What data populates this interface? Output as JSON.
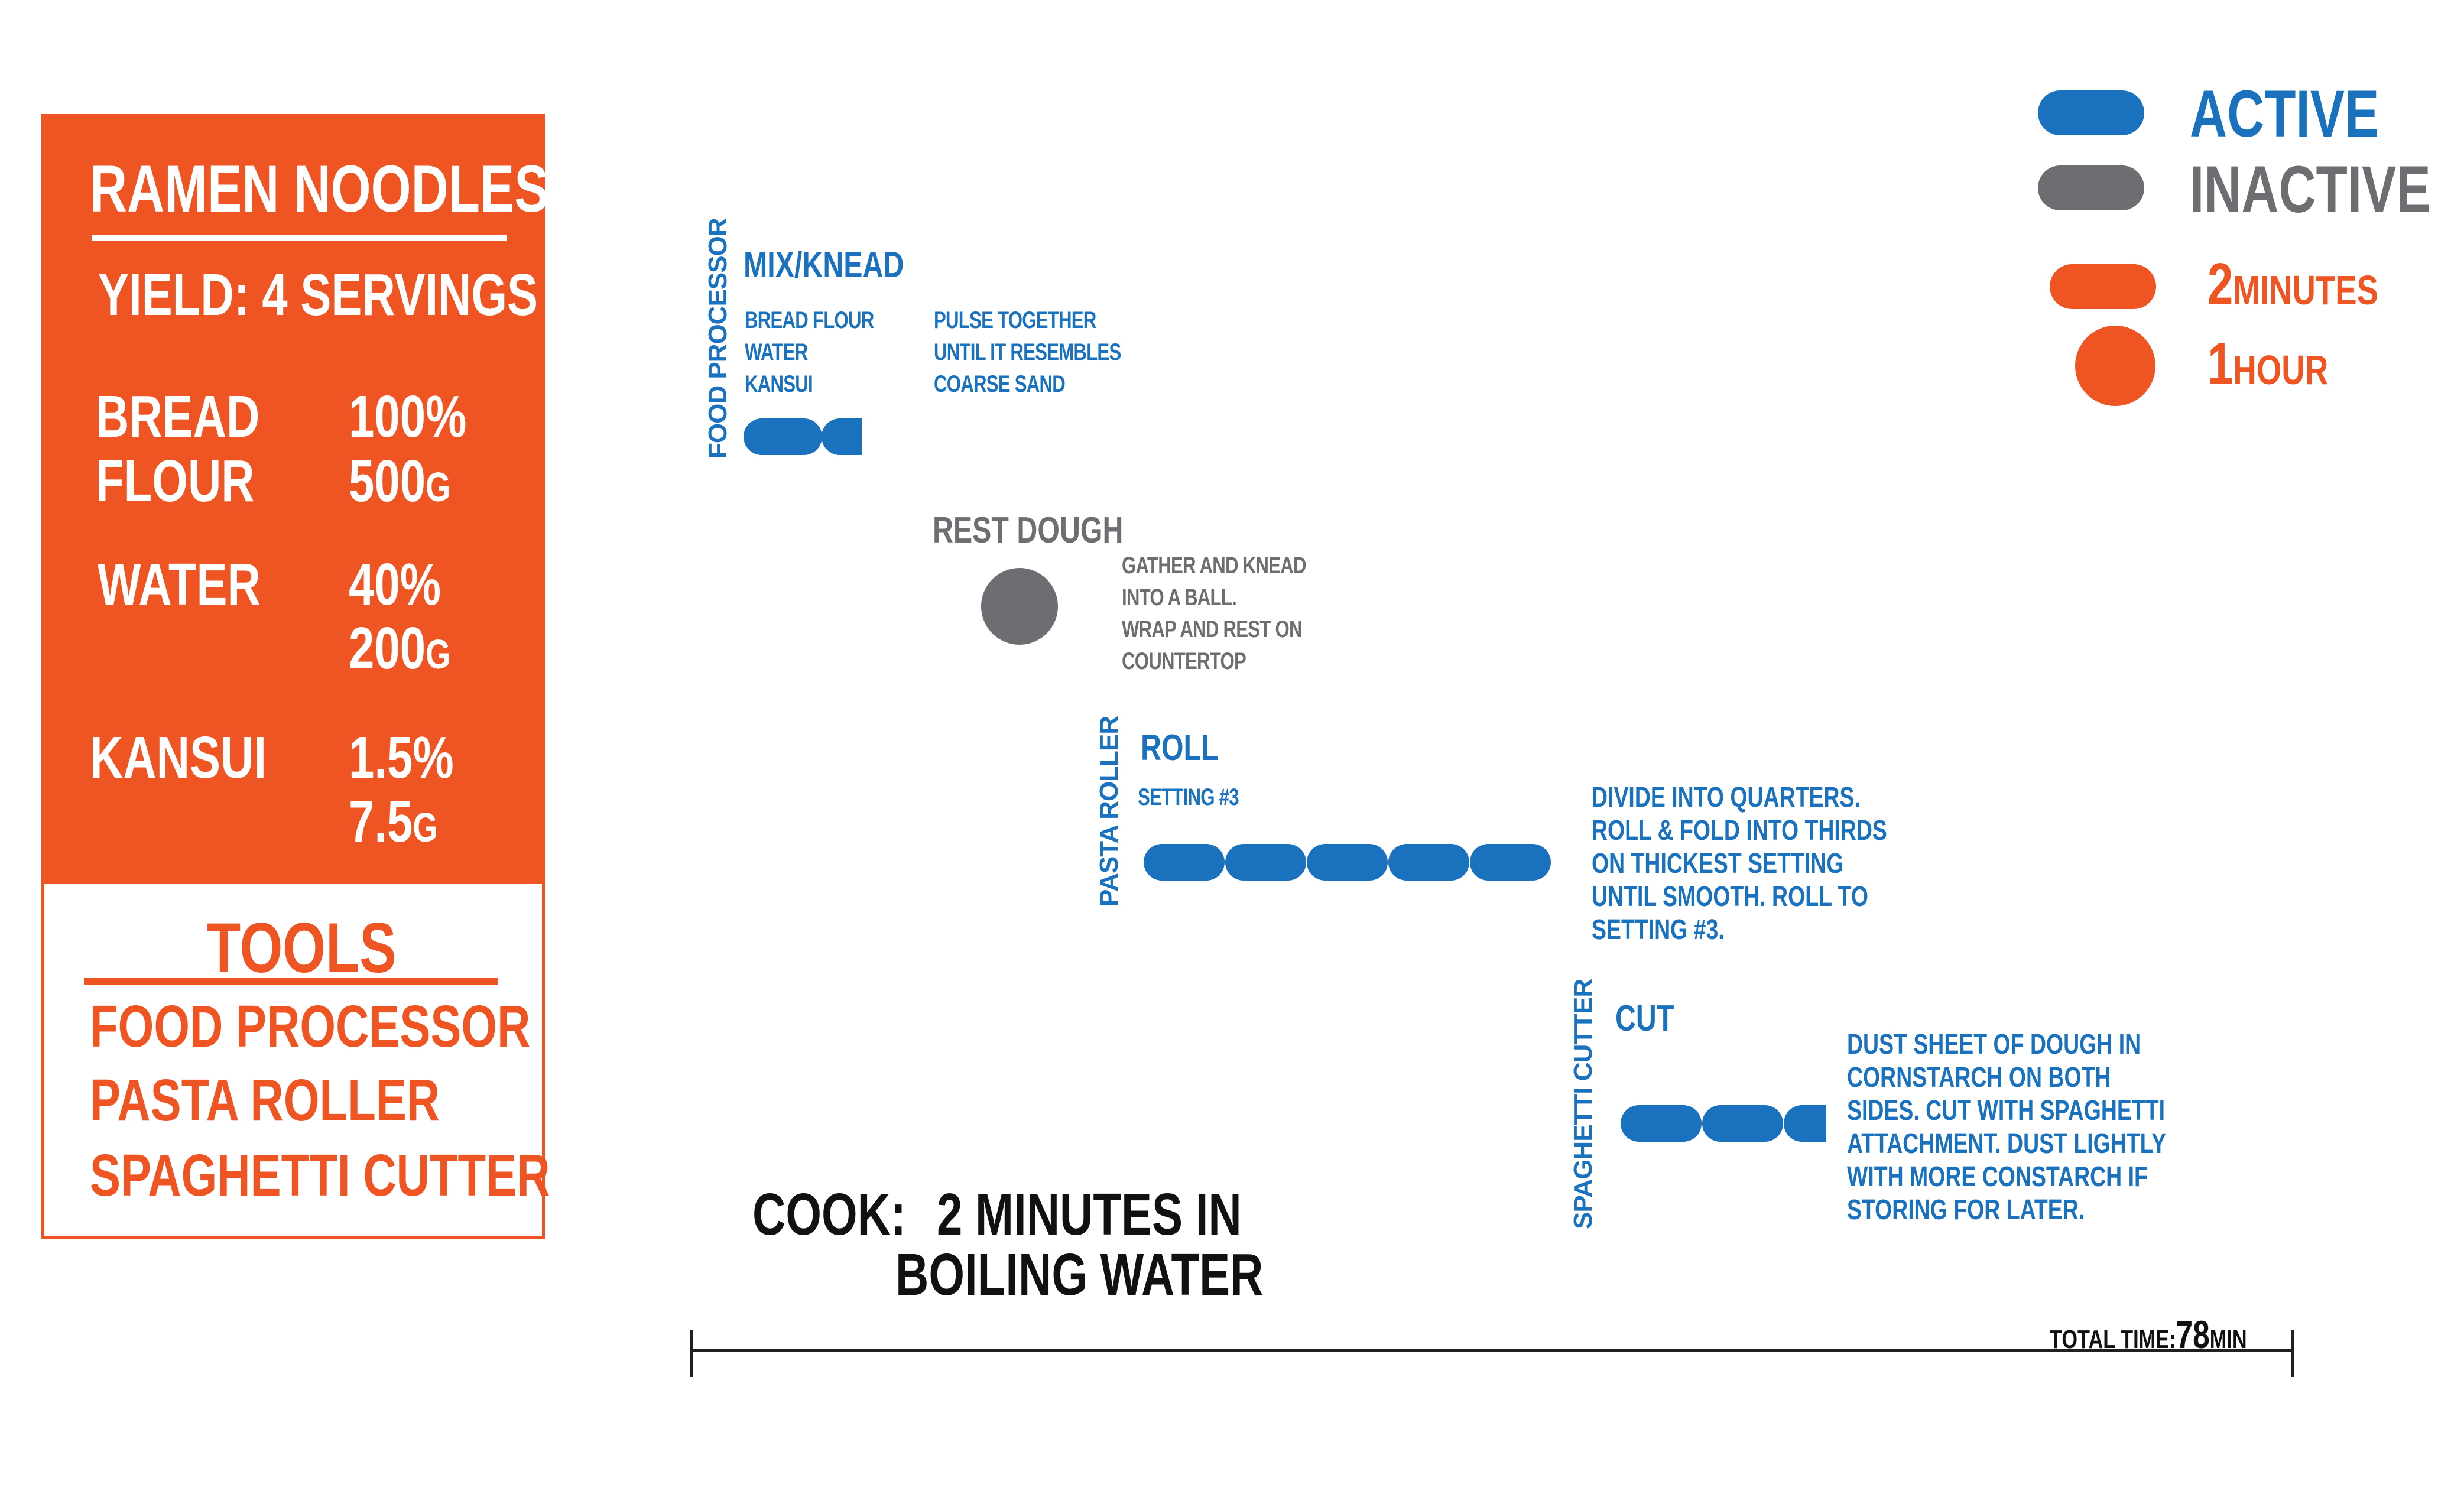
{
  "recipe": {
    "title": "RAMEN NOODLES",
    "yield": "YIELD: 4 SERVINGS",
    "ingredients": [
      {
        "name_line1": "BREAD",
        "name_line2": "FLOUR",
        "percent": "100%",
        "amount": "500",
        "unit": "G"
      },
      {
        "name_line1": "WATER",
        "name_line2": "",
        "percent": "40%",
        "amount": "200",
        "unit": "G"
      },
      {
        "name_line1": "KANSUI",
        "name_line2": "",
        "percent": "1.5%",
        "amount": "7.5",
        "unit": "G"
      }
    ]
  },
  "tools": {
    "title": "TOOLS",
    "items": [
      "FOOD PROCESSOR",
      "PASTA ROLLER",
      "SPAGHETTI CUTTER"
    ]
  },
  "legend": {
    "active": "ACTIVE",
    "inactive": "INACTIVE",
    "two_min_num": "2",
    "two_min_unit": "MINUTES",
    "one_hour_num": "1",
    "one_hour_unit": "HOUR",
    "colors": {
      "active": "#1a71be",
      "inactive": "#6d6e71",
      "scale": "#ee5523"
    }
  },
  "steps": [
    {
      "tool": "FOOD PROCESSOR",
      "title": "MIX/KNEAD",
      "ingredients": [
        "BREAD FLOUR",
        "WATER",
        "KANSUI"
      ],
      "notes": [
        "PULSE TOGETHER",
        "UNTIL IT RESEMBLES",
        "COARSE SAND"
      ],
      "status": "active",
      "duration_minutes": 3
    },
    {
      "tool": "",
      "title": "REST DOUGH",
      "notes": [
        "GATHER AND KNEAD",
        "INTO A BALL.",
        "WRAP AND REST ON",
        "COUNTERTOP"
      ],
      "status": "inactive",
      "duration_minutes": 60
    },
    {
      "tool": "PASTA ROLLER",
      "title": "ROLL",
      "subtitle": "SETTING #3",
      "notes": [
        "DIVIDE INTO QUARTERS.",
        "ROLL & FOLD INTO THIRDS",
        "ON THICKEST SETTING",
        "UNTIL SMOOTH. ROLL TO",
        "SETTING #3."
      ],
      "status": "active",
      "duration_minutes": 10
    },
    {
      "tool": "SPAGHETTI CUTTER",
      "title": "CUT",
      "notes": [
        "DUST SHEET OF DOUGH IN",
        "CORNSTARCH ON BOTH",
        "SIDES. CUT WITH SPAGHETTI",
        "ATTACHMENT. DUST LIGHTLY",
        "WITH MORE CONSTARCH IF",
        "STORING FOR LATER."
      ],
      "status": "active",
      "duration_minutes": 5
    }
  ],
  "cook": {
    "label": "COOK:",
    "line1": "2 MINUTES IN",
    "line2": "BOILING WATER"
  },
  "total": {
    "label": "TOTAL TIME:",
    "value": "78",
    "unit": "MIN"
  }
}
